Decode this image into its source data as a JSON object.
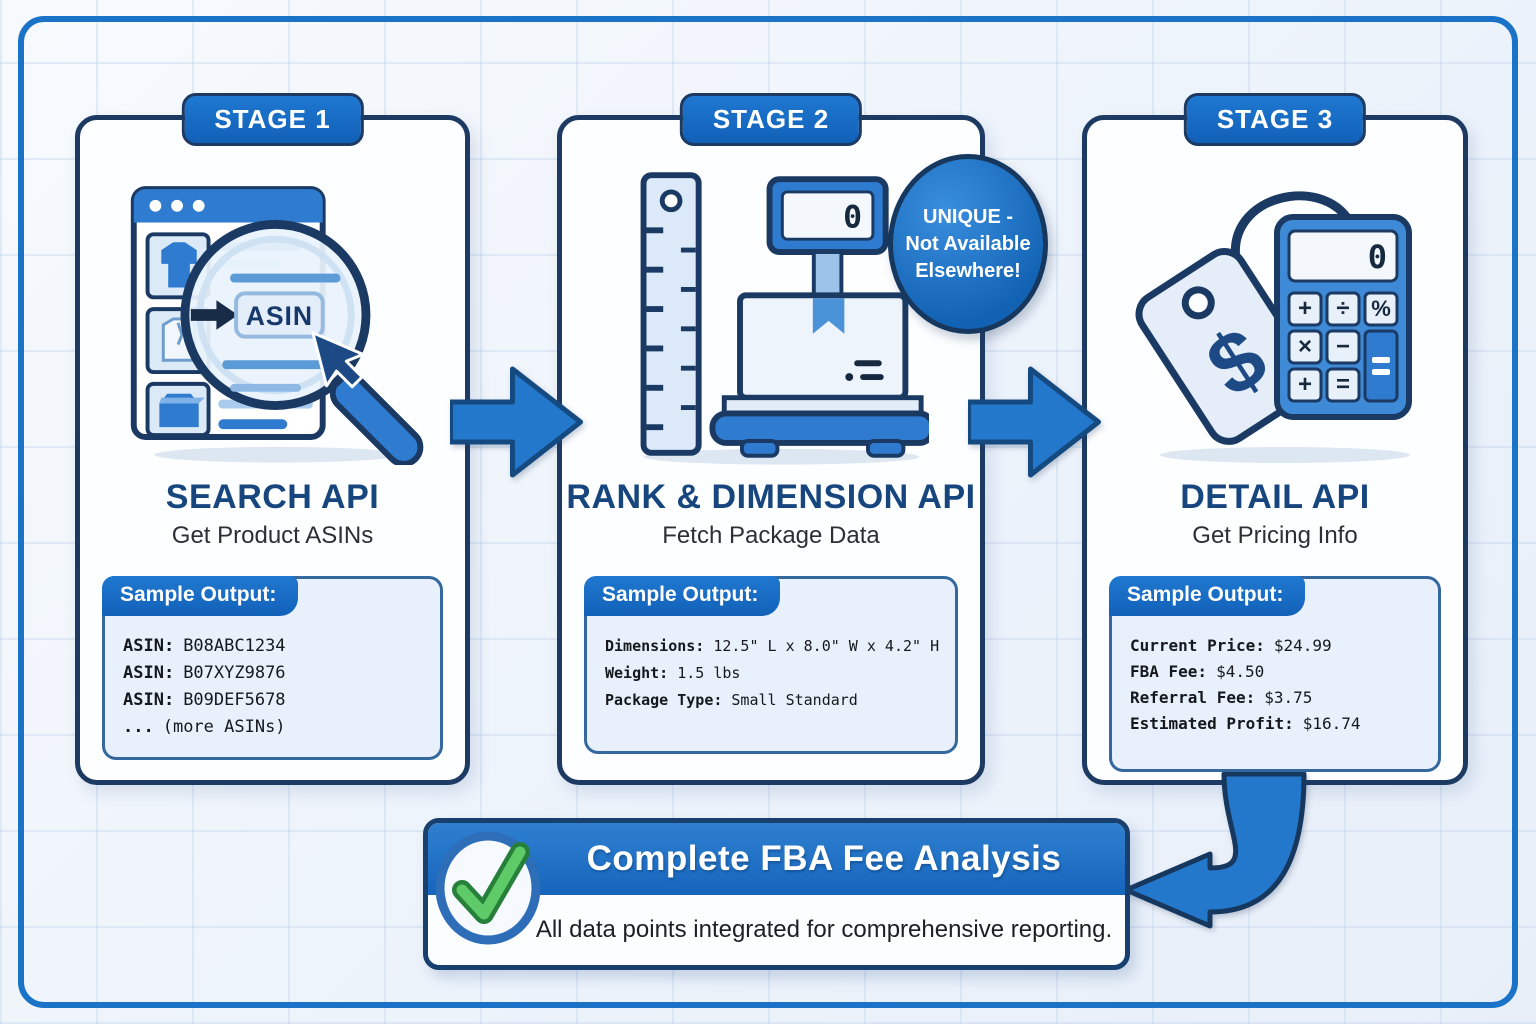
{
  "stages": [
    {
      "badge": "STAGE 1",
      "title": "SEARCH API",
      "subtitle": "Get Product ASINs",
      "icon_text": "ASIN",
      "sample": {
        "header": "Sample Output:",
        "lines": [
          {
            "label": "ASIN:",
            "value": "B08ABC1234"
          },
          {
            "label": "ASIN:",
            "value": "B07XYZ9876"
          },
          {
            "label": "ASIN:",
            "value": "B09DEF5678"
          },
          {
            "label": "...",
            "value": "(more ASINs)"
          }
        ]
      }
    },
    {
      "badge": "STAGE 2",
      "title": "RANK & DIMENSION API",
      "subtitle": "Fetch Package Data",
      "icon_display": "0",
      "sample": {
        "header": "Sample Output:",
        "lines": [
          {
            "label": "Dimensions:",
            "value": "12.5\" L x 8.0\" W x 4.2\" H"
          },
          {
            "label": "Weight:",
            "value": "1.5 lbs"
          },
          {
            "label": "Package Type:",
            "value": "Small Standard"
          }
        ]
      }
    },
    {
      "badge": "STAGE 3",
      "title": "DETAIL API",
      "subtitle": "Get Pricing Info",
      "icon_tag_text": "$",
      "icon_display": "0",
      "calc_keys": [
        "+",
        "÷",
        "%",
        "×",
        "−",
        "+",
        "="
      ],
      "sample": {
        "header": "Sample Output:",
        "lines": [
          {
            "label": "Current Price:",
            "value": "$24.99"
          },
          {
            "label": "FBA Fee:",
            "value": "$4.50"
          },
          {
            "label": "Referral Fee:",
            "value": "$3.75"
          },
          {
            "label": "Estimated Profit:",
            "value": "$16.74"
          }
        ]
      }
    }
  ],
  "unique_badge": {
    "text": "UNIQUE -\nNot Available\nElsewhere!"
  },
  "banner": {
    "title": "Complete FBA Fee Analysis",
    "subtitle": "All data points integrated for comprehensive reporting."
  },
  "colors": {
    "accent_blue": "#1569c8",
    "navy_outline": "#1d3a63",
    "frame_blue": "#1a73c7",
    "check_green": "#54c45e",
    "sample_box_bg": "#e8f1fb"
  }
}
